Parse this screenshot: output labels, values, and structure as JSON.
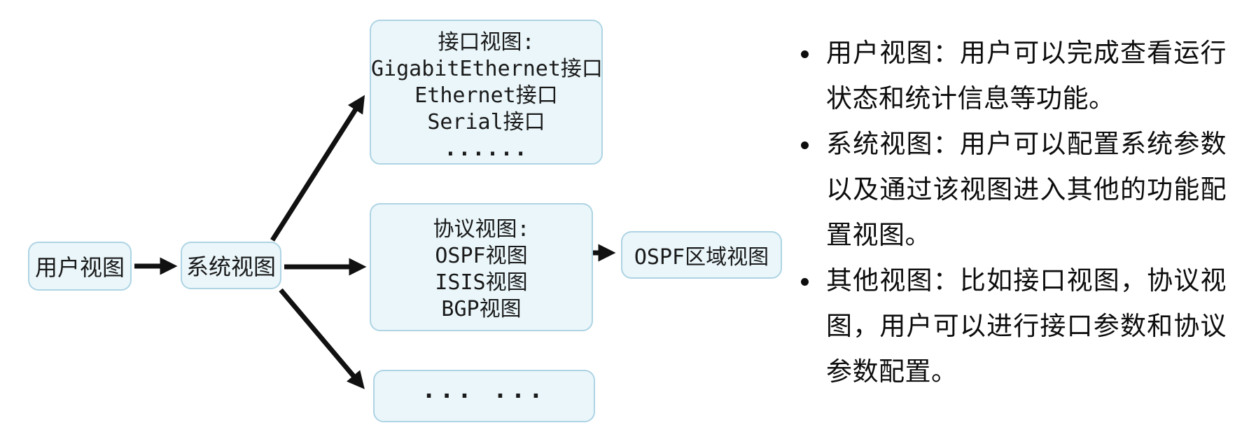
{
  "diagram": {
    "colors": {
      "box_fill": "#eaf6fa",
      "box_border": "#aed4e4",
      "arrow": "#111111"
    },
    "nodes": {
      "user_view": {
        "label": "用户视图"
      },
      "system_view": {
        "label": "系统视图"
      },
      "interface_view": {
        "title": "接口视图:",
        "lines": [
          "GigabitEthernet接口",
          "Ethernet接口",
          "Serial接口",
          "......"
        ]
      },
      "protocol_view": {
        "title": "协议视图:",
        "lines": [
          "OSPF视图",
          "ISIS视图",
          "BGP视图"
        ]
      },
      "ospf_area_view": {
        "label": "OSPF区域视图"
      },
      "etc_view": {
        "label": "··· ···"
      }
    },
    "arrows": [
      {
        "name": "user-to-system"
      },
      {
        "name": "system-to-interface"
      },
      {
        "name": "system-to-protocol"
      },
      {
        "name": "system-to-etc"
      },
      {
        "name": "ospf-to-ospf-area"
      }
    ]
  },
  "notes": {
    "items": [
      {
        "text": "用户视图：用户可以完成查看运行状态和统计信息等功能。"
      },
      {
        "text": "系统视图：用户可以配置系统参数以及通过该视图进入其他的功能配置视图。"
      },
      {
        "text": "其他视图：比如接口视图，协议视图，用户可以进行接口参数和协议参数配置。"
      }
    ]
  }
}
